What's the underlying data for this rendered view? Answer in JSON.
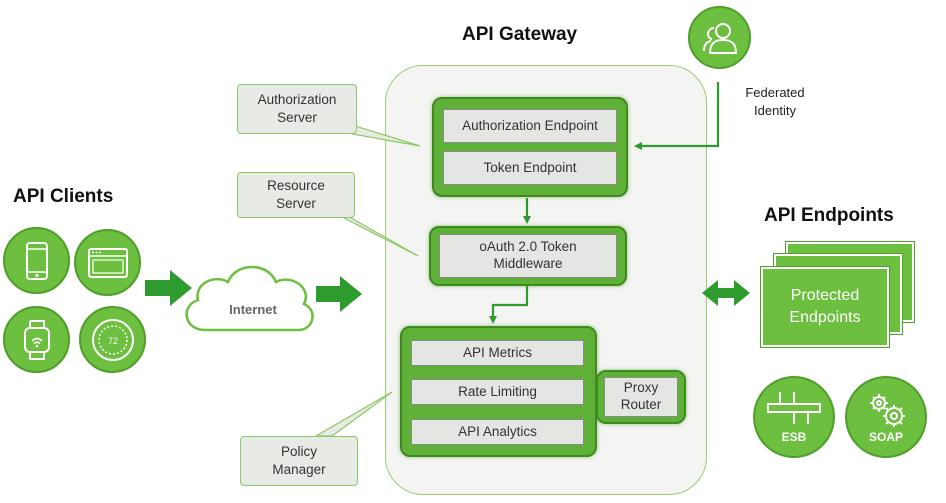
{
  "headings": {
    "gateway": "API Gateway",
    "clients": "API Clients",
    "endpoints": "API Endpoints"
  },
  "callouts": {
    "authorization_server": [
      "Authorization",
      "Server"
    ],
    "resource_server": [
      "Resource",
      "Server"
    ],
    "policy_manager": [
      "Policy",
      "Manager"
    ]
  },
  "gateway": {
    "auth_endpoint": "Authorization Endpoint",
    "token_endpoint": "Token Endpoint",
    "middleware": [
      "oAuth 2.0 Token",
      "Middleware"
    ],
    "api_metrics": "API Metrics",
    "rate_limiting": "Rate Limiting",
    "api_analytics": "API Analytics",
    "proxy_router": [
      "Proxy",
      "Router"
    ]
  },
  "internet": "Internet",
  "federated_identity": [
    "Federated",
    "Identity"
  ],
  "protected_endpoints": [
    "Protected",
    "Endpoints"
  ],
  "esb": "ESB",
  "soap": "SOAP",
  "thermostat_value": "72",
  "icons": {
    "clients": [
      "smartphone-icon",
      "browser-window-icon",
      "smartwatch-icon",
      "thermostat-icon"
    ],
    "federated": "user-group-icon",
    "esb": "bus-icon",
    "soap": "gears-icon"
  },
  "colors": {
    "green": "#6cbf3f",
    "green_dark": "#3f8a20",
    "arrow": "#2e9b2e",
    "panel": "#f4f5f3"
  }
}
